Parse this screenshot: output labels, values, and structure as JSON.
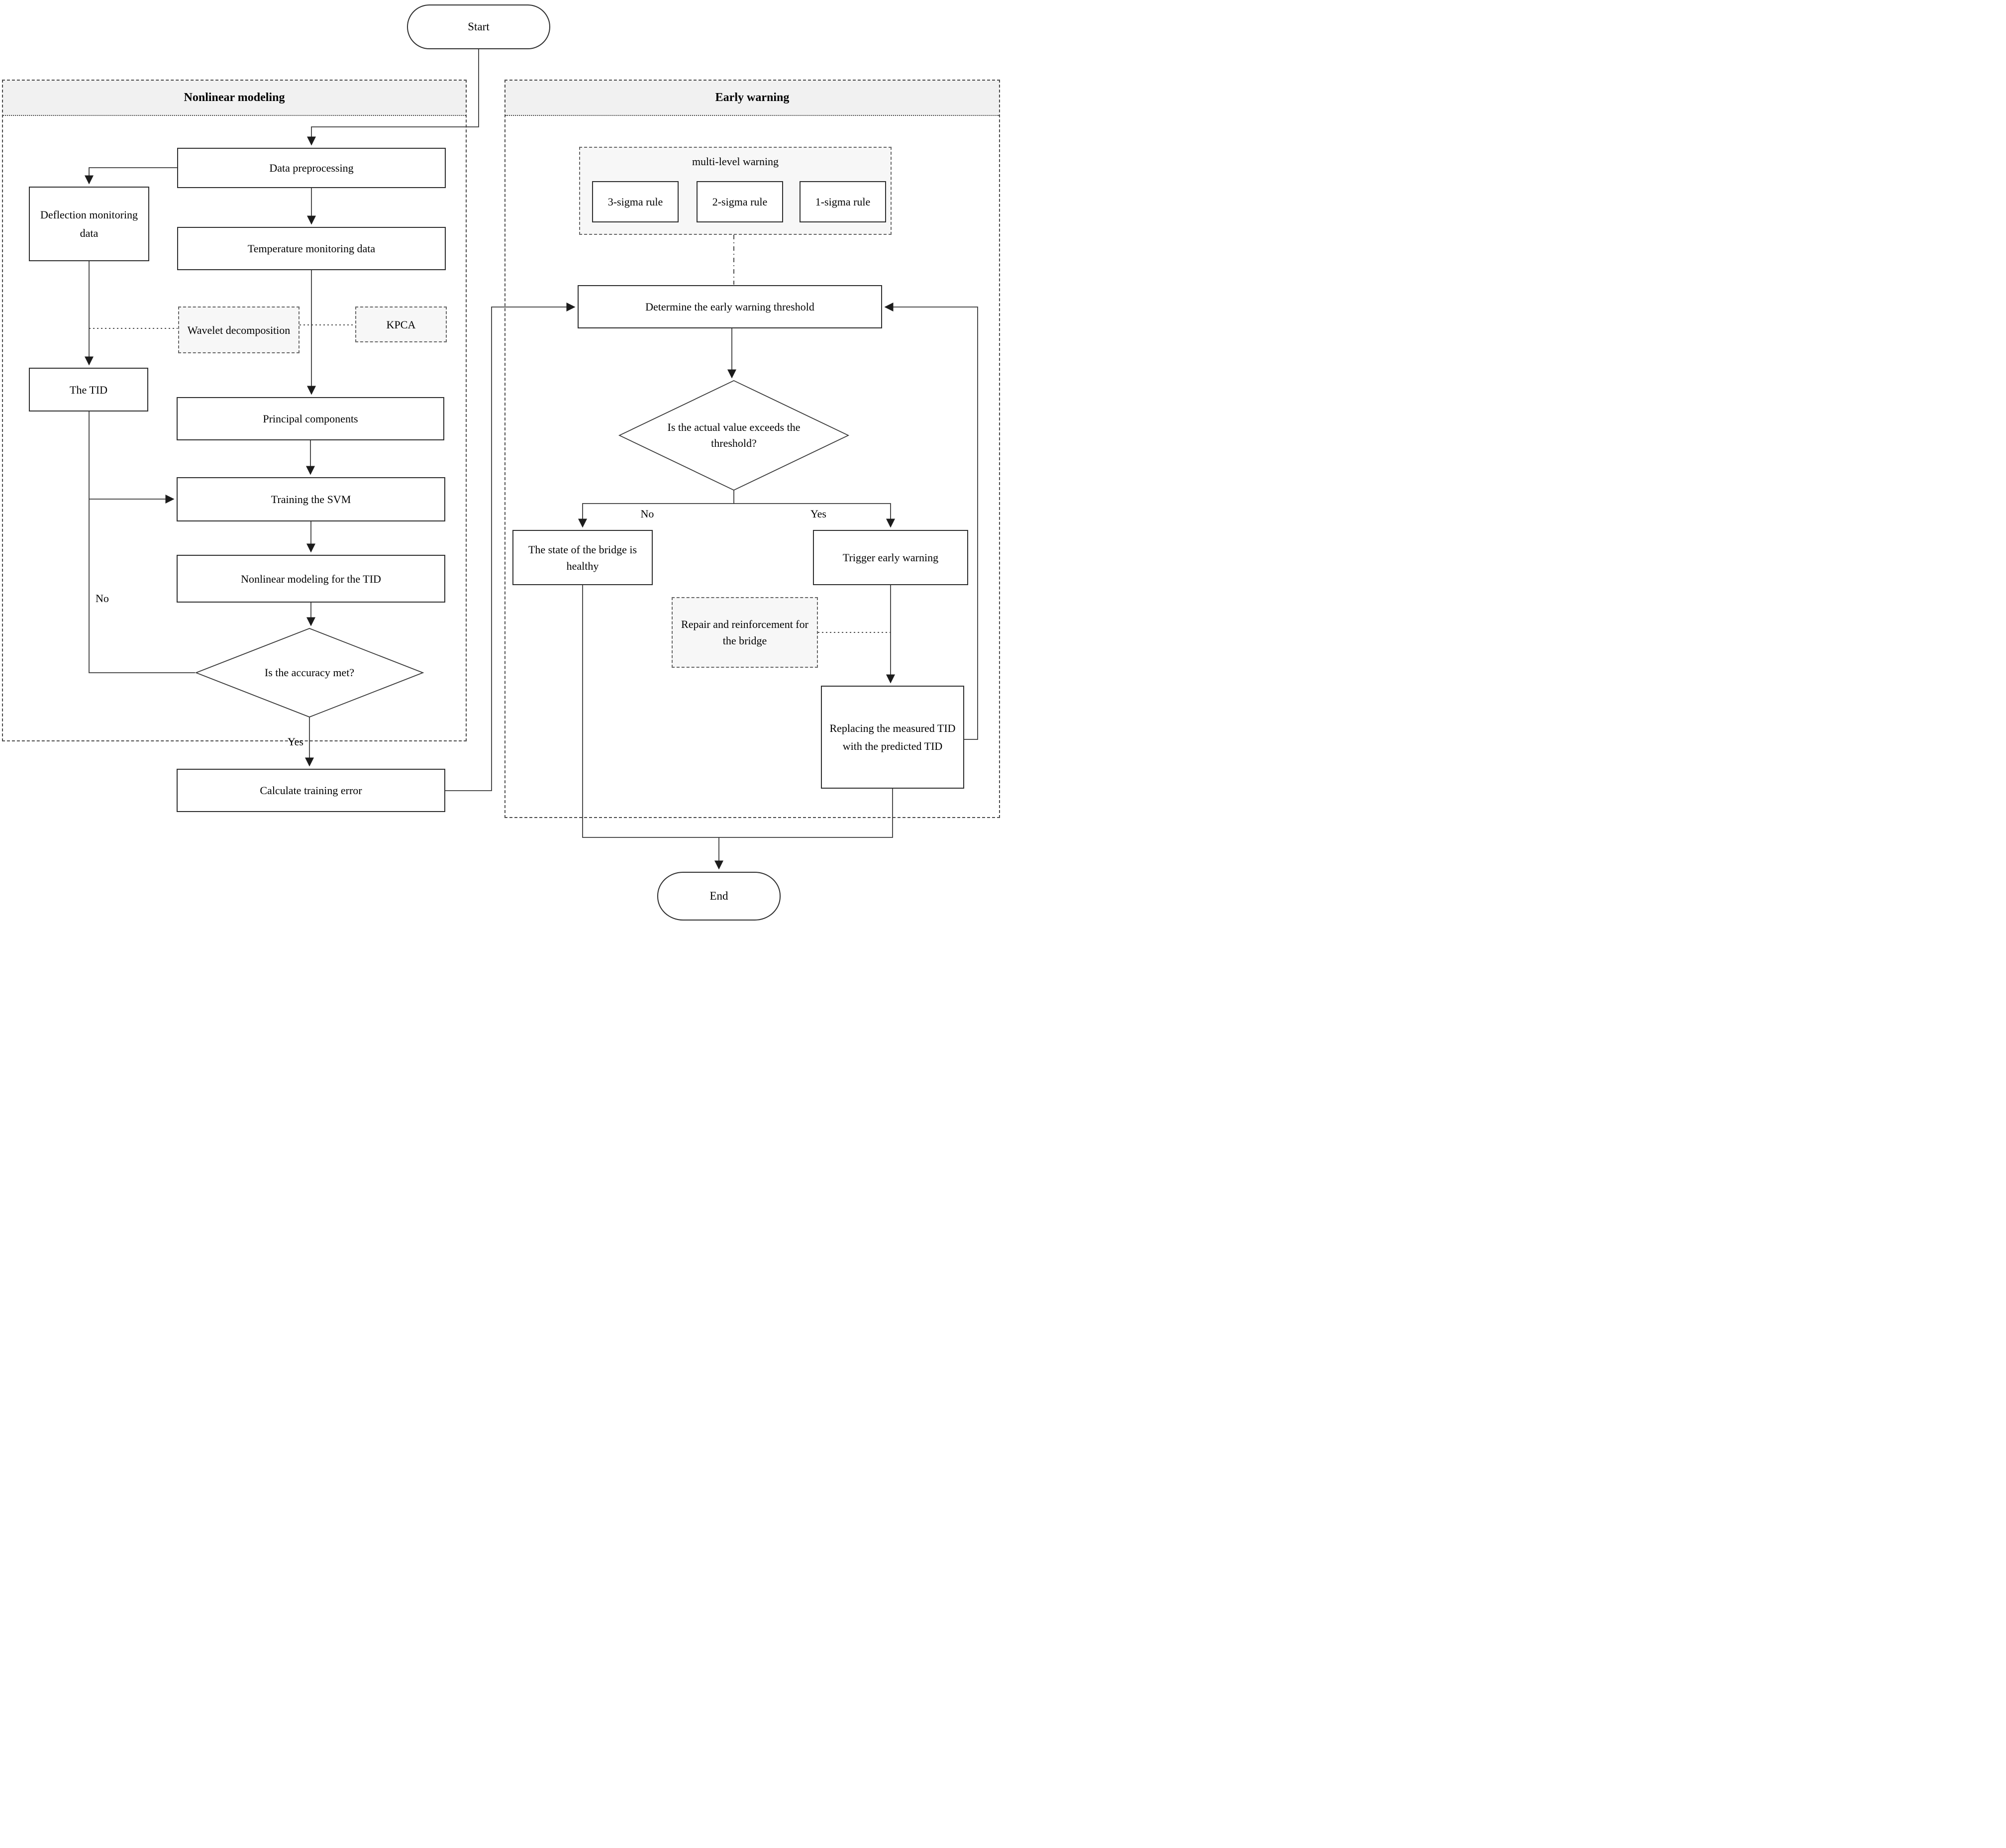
{
  "diagram": {
    "start_label": "Start",
    "end_label": "End",
    "sections": {
      "nonlinear": {
        "title": "Nonlinear modeling"
      },
      "early": {
        "title": "Early warning"
      }
    },
    "nodes": {
      "data_preprocessing": {
        "label": "Data preprocessing"
      },
      "deflection": {
        "label": "Deflection monitoring data"
      },
      "temperature": {
        "label": "Temperature monitoring data"
      },
      "wavelet": {
        "label": "Wavelet decomposition"
      },
      "kpca": {
        "label": "KPCA"
      },
      "tid": {
        "label": "The TID"
      },
      "principal": {
        "label": "Principal components"
      },
      "training_svm": {
        "label": "Training the SVM"
      },
      "nonlinear_tid": {
        "label": "Nonlinear modeling for the TID"
      },
      "accuracy_check": {
        "label": "Is the accuracy met?"
      },
      "calc_error": {
        "label": "Calculate training error"
      },
      "multi_level": {
        "title": "multi-level warning",
        "rules": [
          "3-sigma rule",
          "2-sigma rule",
          "1-sigma rule"
        ]
      },
      "determine_threshold": {
        "label": "Determine the early warning threshold"
      },
      "threshold_check": {
        "label": "Is the actual value exceeds the threshold?"
      },
      "bridge_healthy": {
        "label": "The state of the bridge is healthy"
      },
      "trigger_warning": {
        "label": "Trigger early warning"
      },
      "repair": {
        "label": "Repair and reinforcement for the bridge"
      },
      "replacing": {
        "label": "Replacing the measured TID with the predicted TID"
      }
    },
    "edge_labels": {
      "accuracy_no": "No",
      "accuracy_yes": "Yes",
      "threshold_no": "No",
      "threshold_yes": "Yes"
    },
    "colors": {
      "line": "#3a3a3a",
      "header_fill": "#f1f1f1",
      "dotted_fill": "#f7f7f7",
      "box_border": "#2e2e2e"
    }
  }
}
